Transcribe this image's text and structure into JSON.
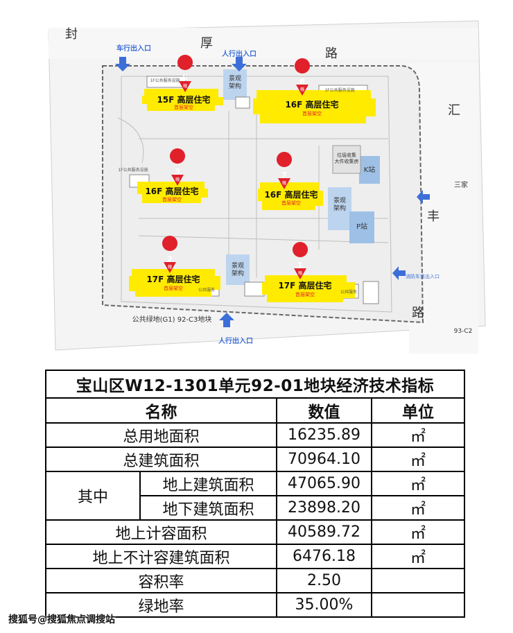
{
  "site_plan": {
    "roads": {
      "top_road": [
        "封",
        "厚",
        "路"
      ],
      "right_road": [
        "汇",
        "丰",
        "路"
      ],
      "right_code": "三家",
      "bottom_right_code": "93-C2"
    },
    "entrances": {
      "vehicle_top": "车行出入口",
      "pedestrian_top": "人行出入口",
      "pedestrian_bottom": "人行出入口",
      "right_entrance": "消防车道出入口"
    },
    "green_label": "公共绿地(G1) 92-C3地块",
    "landscape_label_1": "景观\n架构",
    "landscape_label_2": "景观\n架构",
    "landscape_label_3": "景观\n架构",
    "k_station": "K站",
    "p_station": "P站",
    "kiosk_label": "垃圾收集\n大件收集房",
    "buildings": [
      {
        "number": "5",
        "unit": "幢",
        "label": "15F 高层住宅",
        "note": "首层架空",
        "side_note": "1F公共服务设施"
      },
      {
        "number": "6",
        "unit": "幢",
        "label": "16F 高层住宅",
        "note": "首层架空",
        "side_note": "1F公共服务设施"
      },
      {
        "number": "3",
        "unit": "幢",
        "label": "16F 高层住宅",
        "note": "首层架空",
        "side_note": "1F公共服务设施"
      },
      {
        "number": "7",
        "unit": "幢",
        "label": "16F 高层住宅",
        "note": "首层架空",
        "side_note": ""
      },
      {
        "number": "2",
        "unit": "幢",
        "label": "17F 高层住宅",
        "note": "首层架空",
        "side_note": "公共服务"
      },
      {
        "number": "1",
        "unit": "幢",
        "label": "17F 高层住宅",
        "note": "首层架空",
        "side_note": "公共服务"
      }
    ]
  },
  "table": {
    "title": "宝山区W12-1301单元92-01地块经济技术指标",
    "headers": {
      "name": "名称",
      "value": "数值",
      "unit": "单位"
    },
    "rows": [
      {
        "name": "总用地面积",
        "value": "16235.89",
        "unit": "㎡"
      },
      {
        "name": "总建筑面积",
        "value": "70964.10",
        "unit": "㎡"
      },
      {
        "group": "其中",
        "name": "地上建筑面积",
        "value": "47065.90",
        "unit": "㎡"
      },
      {
        "name": "地下建筑面积",
        "value": "23898.20",
        "unit": "㎡"
      },
      {
        "name": "地上计容面积",
        "value": "40589.72",
        "unit": "㎡"
      },
      {
        "name": "地上不计容建筑面积",
        "value": "6476.18",
        "unit": "㎡"
      },
      {
        "name": "容积率",
        "value": "2.50",
        "unit": ""
      },
      {
        "name": "绿地率",
        "value": "35.00%",
        "unit": ""
      }
    ]
  },
  "watermark": "搜狐号@搜狐焦点调搜站",
  "colors": {
    "building": "#ffeb00",
    "marker": "#e0202a",
    "landscape": "#bcd4ee",
    "arrow": "#3d6fd8"
  }
}
